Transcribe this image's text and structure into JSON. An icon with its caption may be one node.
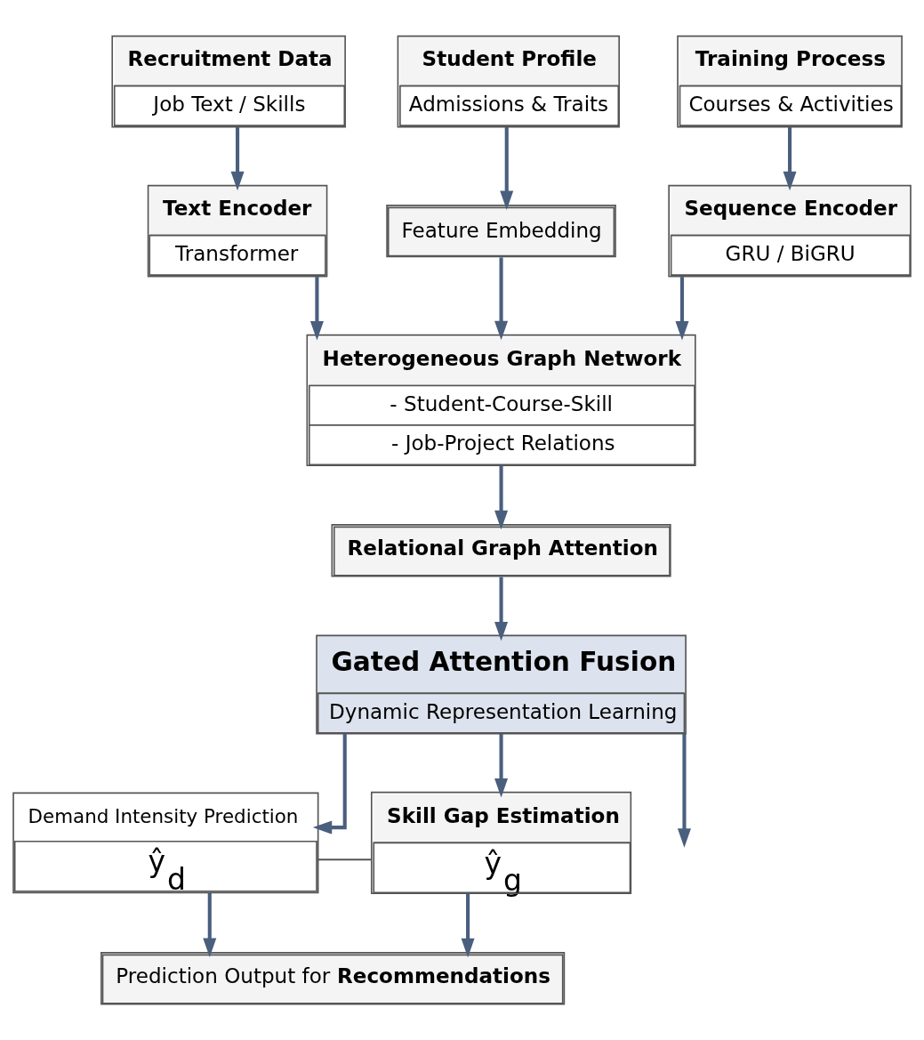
{
  "diagram": {
    "nodes": [
      {
        "text": [
          "Recruitment Data",
          "Job Text / Skills"
        ]
      },
      {
        "text": [
          "Student Profile",
          "Admissions & Traits"
        ]
      },
      {
        "text": [
          "Training Process",
          "Courses & Activities"
        ]
      },
      {
        "text": [
          "Text Encoder",
          "Transformer"
        ]
      },
      {
        "text": [
          "Feature Embedding"
        ]
      },
      {
        "text": [
          "Sequence Encoder",
          "GRU / BiGRU"
        ]
      },
      {
        "text": [
          "Heterogeneous Graph Network",
          "- Student-Course-Skill",
          "- Job-Project Relations"
        ]
      },
      {
        "text": [
          "Relational Graph Attention"
        ]
      },
      {
        "text": [
          "Gated Attention Fusion",
          "Dynamic Representation Learning"
        ]
      },
      {
        "text": [
          "Demand Intensity Prediction",
          "ŷ$_{d}$"
        ]
      },
      {
        "text": [
          "Skill Gap Estimation",
          "ŷ$_{g}$"
        ]
      },
      {
        "text": [
          "Prediction Output for **Recommendations**"
        ]
      }
    ],
    "edges": [
      {
        "from": 0,
        "to": 3,
        "arrow": "to"
      },
      {
        "from": 1,
        "to": 4,
        "arrow": "to"
      },
      {
        "from": 2,
        "to": 5,
        "arrow": "to"
      },
      {
        "from": 3,
        "to": 6,
        "arrow": "to"
      },
      {
        "from": 4,
        "to": 6,
        "arrow": "to"
      },
      {
        "from": 5,
        "to": 6,
        "arrow": "to"
      },
      {
        "from": 6,
        "to": 7,
        "arrow": "to"
      },
      {
        "from": 7,
        "to": 8,
        "arrow": "to"
      },
      {
        "from": 8,
        "to": 9,
        "arrow": "to"
      },
      {
        "from": 8,
        "to": null,
        "arrow": "to"
      },
      {
        "from": 8,
        "to": 10,
        "arrow": "to"
      },
      {
        "from": 9,
        "to": 10,
        "arrow": "none"
      },
      {
        "from": 9,
        "to": 11,
        "arrow": "to"
      },
      {
        "from": 10,
        "to": 11,
        "arrow": "to"
      }
    ]
  }
}
